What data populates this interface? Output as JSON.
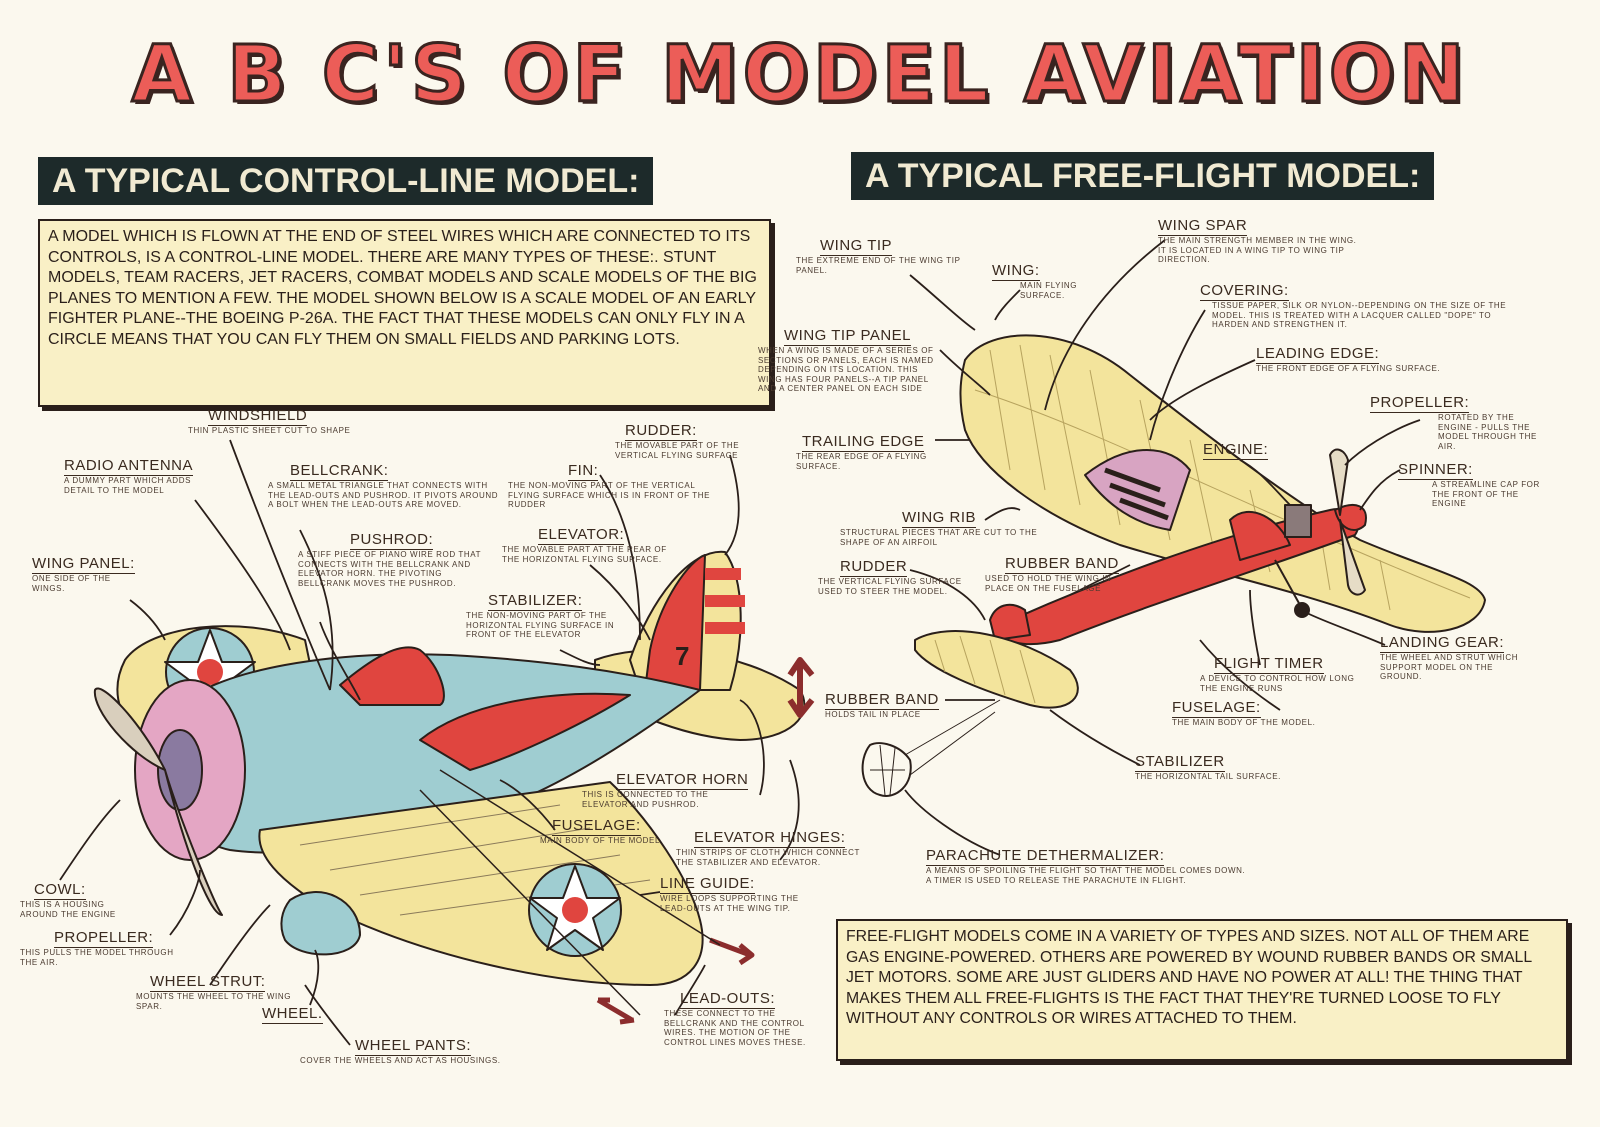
{
  "title": "A B C'S OF MODEL AVIATION",
  "left": {
    "banner": "A TYPICAL CONTROL-LINE MODEL:",
    "description": "A MODEL WHICH IS FLOWN AT THE END OF STEEL WIRES WHICH ARE CONNECTED TO ITS CONTROLS, IS A CONTROL-LINE MODEL. THERE ARE MANY TYPES OF THESE:. STUNT MODELS, TEAM RACERS, JET RACERS, COMBAT MODELS AND SCALE MODELS OF THE BIG PLANES TO MENTION A FEW. THE MODEL SHOWN BELOW IS A SCALE MODEL OF AN EARLY FIGHTER PLANE--THE BOEING P-26A. THE FACT THAT THESE MODELS CAN ONLY FLY IN A CIRCLE MEANS THAT YOU CAN FLY THEM ON SMALL FIELDS AND PARKING LOTS.",
    "tail_number": "7",
    "labels": {
      "windshield": {
        "name": "WINDSHIELD",
        "desc": "THIN PLASTIC SHEET CUT TO SHAPE"
      },
      "radio_antenna": {
        "name": "RADIO ANTENNA",
        "desc": "A DUMMY PART WHICH ADDS DETAIL TO THE MODEL"
      },
      "bellcrank": {
        "name": "BELLCRANK:",
        "desc": "A SMALL METAL TRIANGLE THAT CONNECTS WITH THE LEAD-OUTS AND PUSHROD. IT PIVOTS AROUND A BOLT WHEN THE LEAD-OUTS ARE MOVED."
      },
      "pushrod": {
        "name": "PUSHROD:",
        "desc": "A STIFF PIECE OF PIANO WIRE ROD THAT CONNECTS WITH THE BELLCRANK AND ELEVATOR HORN. THE PIVOTING BELLCRANK MOVES THE PUSHROD."
      },
      "wing_panel": {
        "name": "WING PANEL:",
        "desc": "ONE SIDE OF THE WINGS."
      },
      "rudder": {
        "name": "RUDDER:",
        "desc": "THE MOVABLE PART OF THE VERTICAL FLYING SURFACE"
      },
      "fin": {
        "name": "FIN:",
        "desc": "THE NON-MOVING PART OF THE VERTICAL FLYING SURFACE WHICH IS IN FRONT OF THE RUDDER"
      },
      "elevator": {
        "name": "ELEVATOR:",
        "desc": "THE MOVABLE PART AT THE REAR OF THE HORIZONTAL FLYING SURFACE."
      },
      "stabilizer": {
        "name": "STABILIZER:",
        "desc": "THE NON-MOVING PART OF THE HORIZONTAL FLYING SURFACE IN FRONT OF THE ELEVATOR"
      },
      "elevator_horn": {
        "name": "ELEVATOR HORN",
        "desc": "THIS IS CONNECTED TO THE ELEVATOR AND PUSHROD."
      },
      "fuselage": {
        "name": "FUSELAGE:",
        "desc": "MAIN BODY OF THE MODEL"
      },
      "elevator_hinges": {
        "name": "ELEVATOR HINGES:",
        "desc": "THIN STRIPS OF CLOTH WHICH CONNECT THE STABILIZER AND ELEVATOR."
      },
      "line_guide": {
        "name": "LINE GUIDE:",
        "desc": "WIRE LOOPS SUPPORTING THE LEAD-OUTS AT THE WING TIP."
      },
      "cowl": {
        "name": "COWL:",
        "desc": "THIS IS A HOUSING AROUND THE ENGINE"
      },
      "propeller": {
        "name": "PROPELLER:",
        "desc": "THIS PULLS THE MODEL THROUGH THE AIR."
      },
      "wheel_strut": {
        "name": "WHEEL STRUT:",
        "desc": "MOUNTS THE WHEEL TO THE WING SPAR."
      },
      "wheel": {
        "name": "WHEEL.",
        "desc": ""
      },
      "lead_outs": {
        "name": "LEAD-OUTS:",
        "desc": "THESE CONNECT TO THE BELLCRANK AND THE CONTROL WIRES. THE MOTION OF THE CONTROL LINES MOVES THESE."
      },
      "wheel_pants": {
        "name": "WHEEL PANTS:",
        "desc": "COVER THE WHEELS AND ACT AS HOUSINGS."
      }
    }
  },
  "right": {
    "banner": "A TYPICAL FREE-FLIGHT MODEL:",
    "description": "FREE-FLIGHT MODELS COME IN A VARIETY OF TYPES AND SIZES. NOT ALL OF THEM ARE GAS ENGINE-POWERED. OTHERS ARE POWERED BY WOUND RUBBER BANDS OR SMALL JET MOTORS. SOME ARE JUST GLIDERS AND HAVE NO POWER AT ALL! THE THING THAT MAKES THEM ALL FREE-FLIGHTS IS THE FACT THAT THEY'RE TURNED LOOSE TO FLY WITHOUT ANY CONTROLS OR WIRES ATTACHED TO THEM.",
    "labels": {
      "wing_tip": {
        "name": "WING TIP",
        "desc": "THE EXTREME END OF THE WING TIP PANEL."
      },
      "wing": {
        "name": "WING:",
        "desc": "MAIN FLYING SURFACE."
      },
      "wing_spar": {
        "name": "WING SPAR",
        "desc": "THE MAIN STRENGTH MEMBER IN THE WING. IT IS LOCATED IN A WING TIP TO WING TIP DIRECTION."
      },
      "covering": {
        "name": "COVERING:",
        "desc": "TISSUE PAPER, SILK OR NYLON--DEPENDING ON THE SIZE OF THE MODEL. THIS IS TREATED WITH A LACQUER CALLED \"DOPE\" TO HARDEN AND STRENGTHEN IT."
      },
      "wing_tip_panel": {
        "name": "WING TIP PANEL",
        "desc": "WHEN A WING IS MADE OF A SERIES OF SECTIONS OR PANELS, EACH IS NAMED DEPENDING ON ITS LOCATION. THIS WING HAS FOUR PANELS--A TIP PANEL AND A CENTER PANEL ON EACH SIDE"
      },
      "leading_edge": {
        "name": "LEADING EDGE:",
        "desc": "THE FRONT EDGE OF A FLYING SURFACE."
      },
      "propeller": {
        "name": "PROPELLER:",
        "desc": "ROTATED BY THE ENGINE - PULLS THE MODEL THROUGH THE AIR."
      },
      "trailing_edge": {
        "name": "TRAILING EDGE",
        "desc": "THE REAR EDGE OF A FLYING SURFACE."
      },
      "engine": {
        "name": "ENGINE:",
        "desc": ""
      },
      "spinner": {
        "name": "SPINNER:",
        "desc": "A STREAMLINE CAP FOR THE FRONT OF THE ENGINE"
      },
      "wing_rib": {
        "name": "WING RIB",
        "desc": "STRUCTURAL PIECES THAT ARE CUT TO THE SHAPE OF AN AIRFOIL"
      },
      "rudder": {
        "name": "RUDDER",
        "desc": "THE VERTICAL FLYING SURFACE USED TO STEER THE MODEL."
      },
      "rubber_band_wing": {
        "name": "RUBBER BAND",
        "desc": "USED TO HOLD THE WING IN PLACE ON THE FUSELAGE"
      },
      "landing_gear": {
        "name": "LANDING GEAR:",
        "desc": "THE WHEEL AND STRUT WHICH SUPPORT MODEL ON THE GROUND."
      },
      "flight_timer": {
        "name": "FLIGHT TIMER",
        "desc": "A DEVICE TO CONTROL HOW LONG THE ENGINE RUNS"
      },
      "rubber_band_tail": {
        "name": "RUBBER BAND",
        "desc": "HOLDS TAIL IN PLACE"
      },
      "fuselage": {
        "name": "FUSELAGE:",
        "desc": "THE MAIN BODY OF THE MODEL."
      },
      "stabilizer": {
        "name": "STABILIZER",
        "desc": "THE HORIZONTAL TAIL SURFACE."
      },
      "parachute": {
        "name": "PARACHUTE DETHERMALIZER:",
        "desc": "A MEANS OF SPOILING THE FLIGHT SO THAT THE MODEL COMES DOWN. A TIMER IS USED TO RELEASE THE PARACHUTE IN FLIGHT."
      }
    }
  },
  "colors": {
    "title_red": "#ec5d58",
    "banner_dark": "#1d2a2a",
    "box_yellow": "#f9f0c6",
    "wing_yellow": "#f3e49c",
    "body_blue": "#9fcdd1",
    "body_red": "#e0453f",
    "ink": "#2a1f1a"
  }
}
